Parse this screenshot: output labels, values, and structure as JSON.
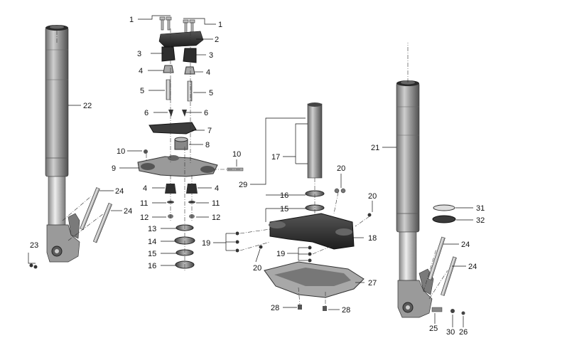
{
  "callouts": [
    {
      "id": "c1a",
      "text": "1"
    },
    {
      "id": "c1b",
      "text": "1"
    },
    {
      "id": "c2",
      "text": "2"
    },
    {
      "id": "c3a",
      "text": "3"
    },
    {
      "id": "c3b",
      "text": "3"
    },
    {
      "id": "c4a",
      "text": "4"
    },
    {
      "id": "c4b",
      "text": "4"
    },
    {
      "id": "c5a",
      "text": "5"
    },
    {
      "id": "c5b",
      "text": "5"
    },
    {
      "id": "c6a",
      "text": "6"
    },
    {
      "id": "c6b",
      "text": "6"
    },
    {
      "id": "c7",
      "text": "7"
    },
    {
      "id": "c8",
      "text": "8"
    },
    {
      "id": "c9",
      "text": "9"
    },
    {
      "id": "c10a",
      "text": "10"
    },
    {
      "id": "c10b",
      "text": "10"
    },
    {
      "id": "c4c",
      "text": "4"
    },
    {
      "id": "c4d",
      "text": "4"
    },
    {
      "id": "c11a",
      "text": "11"
    },
    {
      "id": "c11b",
      "text": "11"
    },
    {
      "id": "c12a",
      "text": "12"
    },
    {
      "id": "c12b",
      "text": "12"
    },
    {
      "id": "c13",
      "text": "13"
    },
    {
      "id": "c14",
      "text": "14"
    },
    {
      "id": "c15a",
      "text": "15"
    },
    {
      "id": "c16a",
      "text": "16"
    },
    {
      "id": "c17",
      "text": "17"
    },
    {
      "id": "c16b",
      "text": "16"
    },
    {
      "id": "c15b",
      "text": "15"
    },
    {
      "id": "c18",
      "text": "18"
    },
    {
      "id": "c19a",
      "text": "19"
    },
    {
      "id": "c19b",
      "text": "19"
    },
    {
      "id": "c20a",
      "text": "20"
    },
    {
      "id": "c20b",
      "text": "20"
    },
    {
      "id": "c20c",
      "text": "20"
    },
    {
      "id": "c21",
      "text": "21"
    },
    {
      "id": "c22",
      "text": "22"
    },
    {
      "id": "c23",
      "text": "23"
    },
    {
      "id": "c24a",
      "text": "24"
    },
    {
      "id": "c24b",
      "text": "24"
    },
    {
      "id": "c24c",
      "text": "24"
    },
    {
      "id": "c24d",
      "text": "24"
    },
    {
      "id": "c25",
      "text": "25"
    },
    {
      "id": "c26",
      "text": "26"
    },
    {
      "id": "c27",
      "text": "27"
    },
    {
      "id": "c28a",
      "text": "28"
    },
    {
      "id": "c28b",
      "text": "28"
    },
    {
      "id": "c29",
      "text": "29"
    },
    {
      "id": "c30",
      "text": "30"
    },
    {
      "id": "c31",
      "text": "31"
    },
    {
      "id": "c32",
      "text": "32"
    }
  ],
  "colors": {
    "line": "#111111",
    "part_dark": "#3a3a3a",
    "part_mid": "#8a8a8a",
    "part_light": "#d0d0d0"
  }
}
